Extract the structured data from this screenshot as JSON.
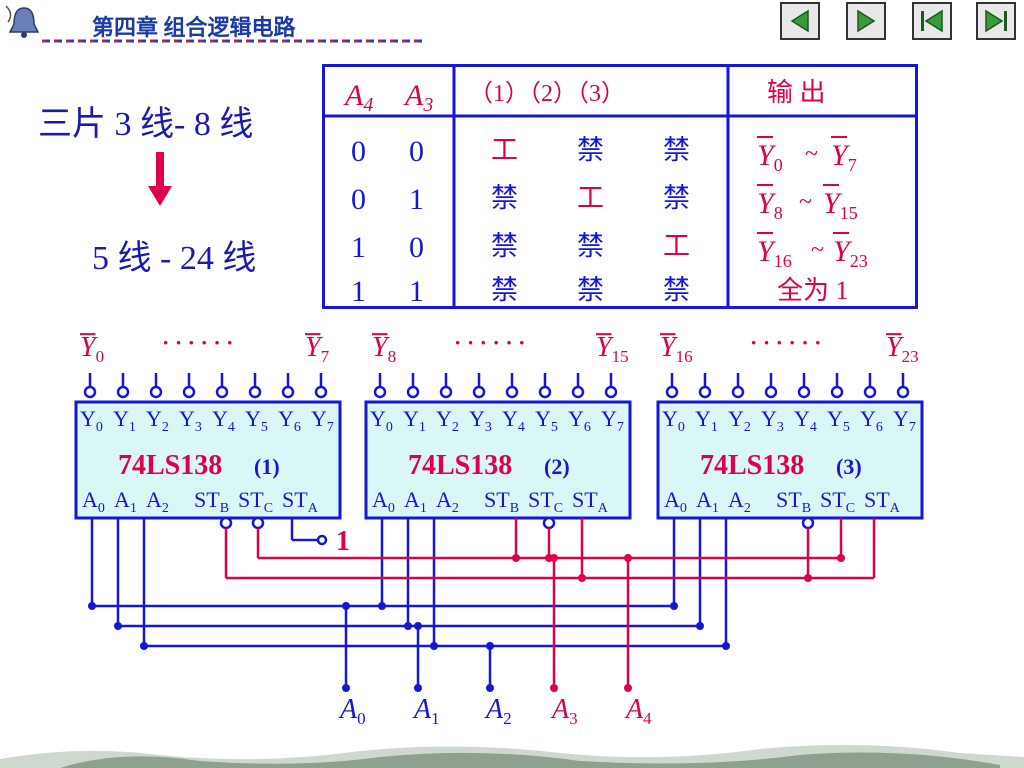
{
  "header": {
    "chapter_title": "第四章  组合逻辑电路",
    "nav": [
      {
        "name": "prev-button",
        "icon": "triangle-left-icon"
      },
      {
        "name": "next-button",
        "icon": "triangle-right-icon"
      },
      {
        "name": "first-button",
        "icon": "skip-first-icon"
      },
      {
        "name": "last-button",
        "icon": "skip-last-icon"
      }
    ]
  },
  "left": {
    "line1": "三片 3 线- 8 线",
    "line2": "5 线 - 24 线"
  },
  "table": {
    "headers": [
      "A",
      "4",
      "A",
      "3",
      "（1）（2）（3）",
      "输  出"
    ],
    "rows": [
      {
        "a4": "0",
        "a3": "0",
        "c1": "工",
        "c2": "禁",
        "c3": "禁",
        "out_a": "Y",
        "out_a_sub": "0",
        "tilde": "~",
        "out_b": "Y",
        "out_b_sub": "7"
      },
      {
        "a4": "0",
        "a3": "1",
        "c1": "禁",
        "c2": "工",
        "c3": "禁",
        "out_a": "Y",
        "out_a_sub": "8",
        "tilde": "~",
        "out_b": "Y",
        "out_b_sub": "15"
      },
      {
        "a4": "1",
        "a3": "0",
        "c1": "禁",
        "c2": "禁",
        "c3": "工",
        "out_a": "Y",
        "out_a_sub": "16",
        "tilde": "~",
        "out_b": "Y",
        "out_b_sub": "23"
      },
      {
        "a4": "1",
        "a3": "1",
        "c1": "禁",
        "c2": "禁",
        "c3": "禁",
        "out_all": "全为 1"
      }
    ]
  },
  "diagram": {
    "top_labels": [
      {
        "main": "Y",
        "sub": "0"
      },
      {
        "dots": "· · · · · ·"
      },
      {
        "main": "Y",
        "sub": "7"
      },
      {
        "main": "Y",
        "sub": "8"
      },
      {
        "dots": "· · · · · ·"
      },
      {
        "main": "Y",
        "sub": "15"
      },
      {
        "main": "Y",
        "sub": "16"
      },
      {
        "dots": "· · · · · ·"
      },
      {
        "main": "Y",
        "sub": "23"
      }
    ],
    "chips": [
      {
        "name": "74LS138",
        "num": "(1)"
      },
      {
        "name": "74LS138",
        "num": "(2)"
      },
      {
        "name": "74LS138",
        "num": "(3)"
      }
    ],
    "outputs": [
      "Y",
      "0",
      "Y",
      "1",
      "Y",
      "2",
      "Y",
      "3",
      "Y",
      "4",
      "Y",
      "5",
      "Y",
      "6",
      "Y",
      "7"
    ],
    "inputs": [
      "A",
      "0",
      "A",
      "1",
      "A",
      "2",
      "ST",
      "B",
      "ST",
      "C",
      "ST",
      "A"
    ],
    "const_one": "1",
    "bottom_inputs": [
      {
        "main": "A",
        "sub": "0"
      },
      {
        "main": "A",
        "sub": "1"
      },
      {
        "main": "A",
        "sub": "2"
      },
      {
        "main": "A",
        "sub": "3"
      },
      {
        "main": "A",
        "sub": "4"
      }
    ]
  },
  "colors": {
    "blue": "#1616d8",
    "title_blue": "#1a3aa8",
    "red": "#e0004a",
    "chip_fill": "#d9f7f7"
  }
}
